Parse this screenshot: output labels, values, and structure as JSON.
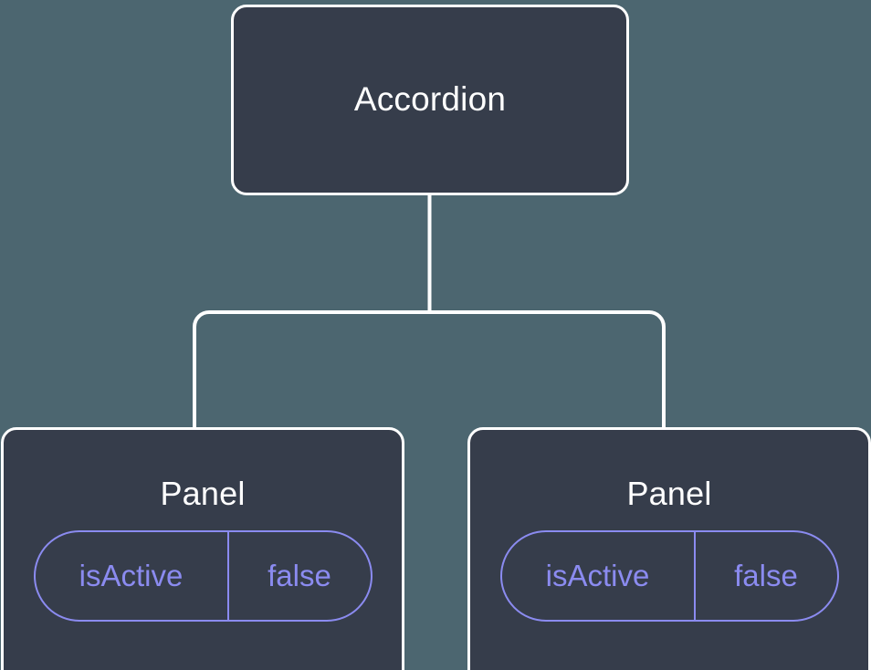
{
  "diagram": {
    "type": "component-tree",
    "background_color": "#4c6670",
    "node_fill_color": "#363d4b",
    "node_border_color": "#ffffff",
    "edge_color": "#ffffff",
    "accent_color": "#8b8bf0",
    "root": {
      "title": "Accordion"
    },
    "children": [
      {
        "title": "Panel",
        "state": {
          "key": "isActive",
          "value": "false"
        }
      },
      {
        "title": "Panel",
        "state": {
          "key": "isActive",
          "value": "false"
        }
      }
    ]
  }
}
